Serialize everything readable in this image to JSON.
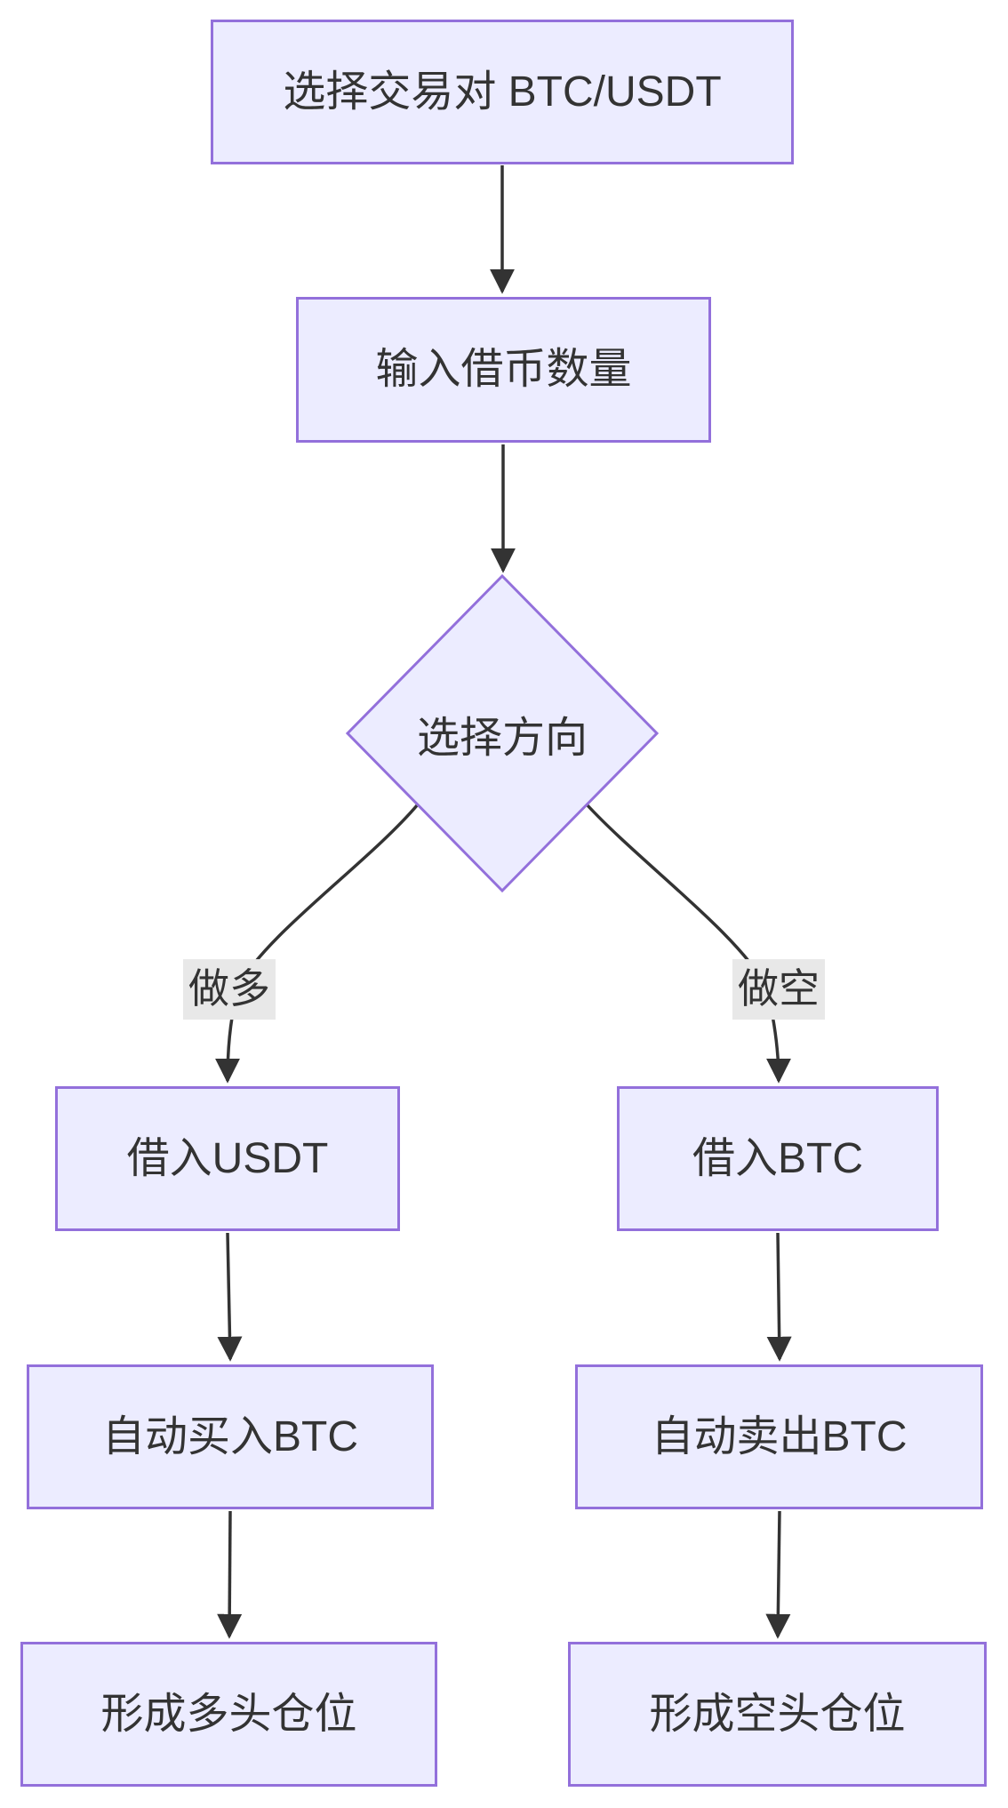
{
  "diagram": {
    "type": "flowchart",
    "direction": "top-down",
    "nodes": {
      "select_pair": {
        "label": "选择交易对 BTC/USDT",
        "shape": "rect"
      },
      "input_amount": {
        "label": "输入借币数量",
        "shape": "rect"
      },
      "choose_direction": {
        "label": "选择方向",
        "shape": "diamond"
      },
      "borrow_usdt": {
        "label": "借入USDT",
        "shape": "rect"
      },
      "borrow_btc": {
        "label": "借入BTC",
        "shape": "rect"
      },
      "auto_buy_btc": {
        "label": "自动买入BTC",
        "shape": "rect"
      },
      "auto_sell_btc": {
        "label": "自动卖出BTC",
        "shape": "rect"
      },
      "long_position": {
        "label": "形成多头仓位",
        "shape": "rect"
      },
      "short_position": {
        "label": "形成空头仓位",
        "shape": "rect"
      }
    },
    "edges": [
      {
        "from": "select_pair",
        "to": "input_amount",
        "label": ""
      },
      {
        "from": "input_amount",
        "to": "choose_direction",
        "label": ""
      },
      {
        "from": "choose_direction",
        "to": "borrow_usdt",
        "label": "做多"
      },
      {
        "from": "choose_direction",
        "to": "borrow_btc",
        "label": "做空"
      },
      {
        "from": "borrow_usdt",
        "to": "auto_buy_btc",
        "label": ""
      },
      {
        "from": "borrow_btc",
        "to": "auto_sell_btc",
        "label": ""
      },
      {
        "from": "auto_buy_btc",
        "to": "long_position",
        "label": ""
      },
      {
        "from": "auto_sell_btc",
        "to": "short_position",
        "label": ""
      }
    ],
    "colors": {
      "node_fill": "#ECECFF",
      "node_border": "#9370DB",
      "edge": "#333333",
      "text": "#333333",
      "edge_label_bg": "#e8e8e8",
      "background": "#ffffff"
    }
  }
}
